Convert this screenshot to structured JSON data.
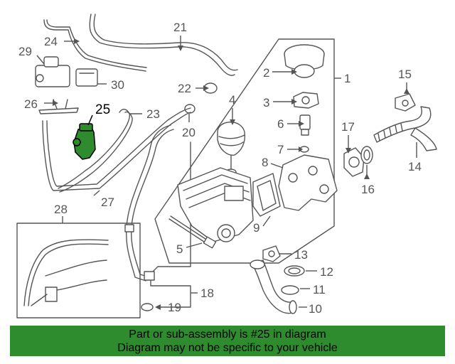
{
  "labels": {
    "l1": "1",
    "l2": "2",
    "l3": "3",
    "l4": "4",
    "l5": "5",
    "l6": "6",
    "l7": "7",
    "l8": "8",
    "l9": "9",
    "l10": "10",
    "l11": "11",
    "l12": "12",
    "l13": "13",
    "l14": "14",
    "l15": "15",
    "l16": "16",
    "l17": "17",
    "l18": "18",
    "l19": "19",
    "l20": "20",
    "l21": "21",
    "l22": "22",
    "l23": "23",
    "l24": "24",
    "l25": "25",
    "l26": "26",
    "l27": "27",
    "l28": "28",
    "l29": "29",
    "l30": "30"
  },
  "highlight": {
    "part_number": "25",
    "color": "#2e8b2e"
  },
  "banner": {
    "line1": "Part or sub-assembly is #25 in diagram",
    "line2": "Diagram may not be specific to your vehicle",
    "background": "#2e8b2e"
  }
}
